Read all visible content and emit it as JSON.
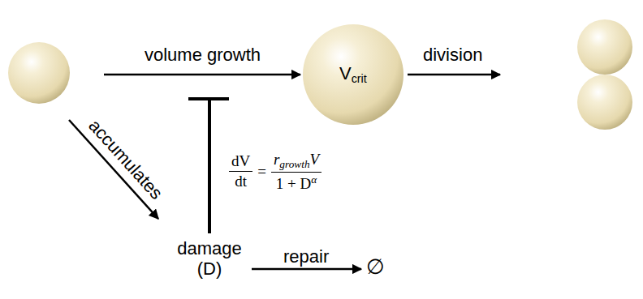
{
  "diagram": {
    "nodes": [
      {
        "text": [
          "V",
          "crit"
        ]
      },
      {
        "text": [
          "damage (D)"
        ]
      },
      {
        "text": [
          "∅"
        ]
      }
    ],
    "edges": [
      {
        "from": 1,
        "to": 2,
        "arrow": "to",
        "label": "repair"
      }
    ],
    "labels": [
      "volume growth",
      "division",
      "accumulates",
      "dV",
      "dt",
      "=",
      "r",
      "growth",
      "V",
      "1 + D",
      "α"
    ]
  }
}
